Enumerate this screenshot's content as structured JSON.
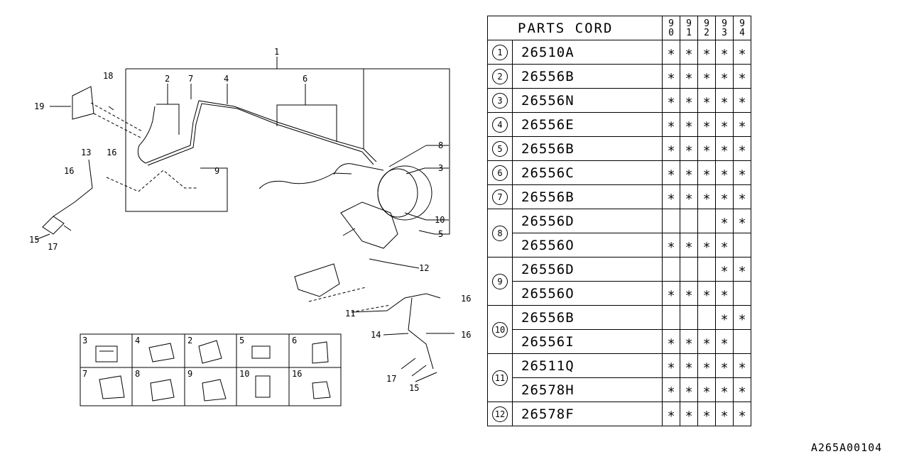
{
  "table": {
    "header_label": "PARTS CORD",
    "years": [
      [
        "9",
        "0"
      ],
      [
        "9",
        "1"
      ],
      [
        "9",
        "2"
      ],
      [
        "9",
        "3"
      ],
      [
        "9",
        "4"
      ]
    ],
    "mark_symbol": "∗",
    "groups": [
      {
        "ref": "1",
        "rows": [
          {
            "code": "26510A",
            "marks": [
              1,
              1,
              1,
              1,
              1
            ]
          }
        ]
      },
      {
        "ref": "2",
        "rows": [
          {
            "code": "26556B",
            "marks": [
              1,
              1,
              1,
              1,
              1
            ]
          }
        ]
      },
      {
        "ref": "3",
        "rows": [
          {
            "code": "26556N",
            "marks": [
              1,
              1,
              1,
              1,
              1
            ]
          }
        ]
      },
      {
        "ref": "4",
        "rows": [
          {
            "code": "26556E",
            "marks": [
              1,
              1,
              1,
              1,
              1
            ]
          }
        ]
      },
      {
        "ref": "5",
        "rows": [
          {
            "code": "26556B",
            "marks": [
              1,
              1,
              1,
              1,
              1
            ]
          }
        ]
      },
      {
        "ref": "6",
        "rows": [
          {
            "code": "26556C",
            "marks": [
              1,
              1,
              1,
              1,
              1
            ]
          }
        ]
      },
      {
        "ref": "7",
        "rows": [
          {
            "code": "26556B",
            "marks": [
              1,
              1,
              1,
              1,
              1
            ]
          }
        ]
      },
      {
        "ref": "8",
        "rows": [
          {
            "code": "26556D",
            "marks": [
              0,
              0,
              0,
              1,
              1
            ]
          },
          {
            "code": "26556O",
            "marks": [
              1,
              1,
              1,
              1,
              0
            ]
          }
        ]
      },
      {
        "ref": "9",
        "rows": [
          {
            "code": "26556D",
            "marks": [
              0,
              0,
              0,
              1,
              1
            ]
          },
          {
            "code": "26556O",
            "marks": [
              1,
              1,
              1,
              1,
              0
            ]
          }
        ]
      },
      {
        "ref": "10",
        "rows": [
          {
            "code": "26556B",
            "marks": [
              0,
              0,
              0,
              1,
              1
            ]
          },
          {
            "code": "26556I",
            "marks": [
              1,
              1,
              1,
              1,
              0
            ]
          }
        ]
      },
      {
        "ref": "11",
        "rows": [
          {
            "code": "26511Q",
            "marks": [
              1,
              1,
              1,
              1,
              1
            ]
          },
          {
            "code": "26578H",
            "marks": [
              1,
              1,
              1,
              1,
              1
            ]
          }
        ]
      },
      {
        "ref": "12",
        "rows": [
          {
            "code": "26578F",
            "marks": [
              1,
              1,
              1,
              1,
              1
            ]
          }
        ]
      }
    ]
  },
  "diagram_labels": {
    "main": [
      "1",
      "2",
      "7",
      "4",
      "6",
      "18",
      "19",
      "13",
      "16",
      "16",
      "9",
      "8",
      "3",
      "10",
      "5",
      "15",
      "17",
      "12",
      "16",
      "11",
      "14",
      "16",
      "17",
      "15"
    ],
    "inset": [
      "3",
      "4",
      "2",
      "5",
      "6",
      "7",
      "8",
      "9",
      "10",
      "16"
    ]
  },
  "footer": {
    "code": "A265A00104"
  }
}
